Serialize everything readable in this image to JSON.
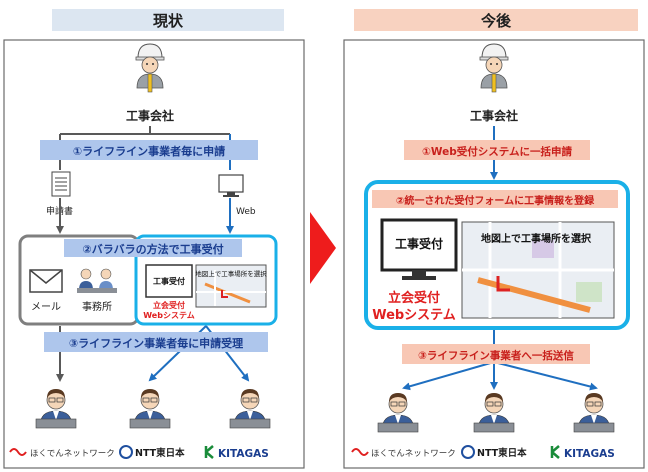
{
  "left": {
    "header": "現状",
    "company": "工事会社",
    "step1": "①ライフライン事業者毎に申請",
    "paper_label": "申請書",
    "web_label": "Web",
    "step2": "②バラバラの方法で工事受付",
    "mail_label": "メール",
    "office_label": "事務所",
    "mini_panel_label": "工事受付",
    "mini_map_caption": "地図上で工事場所を選択",
    "mini_system_line1": "立会受付",
    "mini_system_line2": "Webシステム",
    "step3": "③ライフライン事業者毎に申請受理",
    "logos": [
      "ほくでんネットワーク",
      "NTT東日本",
      "KITAGAS"
    ]
  },
  "right": {
    "header": "今後",
    "company": "工事会社",
    "step1": "①Web受付システムに一括申請",
    "step2": "②統一された受付フォームに工事情報を登録",
    "panel_label": "工事受付",
    "map_caption": "地図上で工事場所を選択",
    "system_line1": "立会受付",
    "system_line2": "Webシステム",
    "step3": "③ライフライン事業者へ一括送信",
    "logos": [
      "ほくでんネットワーク",
      "NTT東日本",
      "KITAGAS"
    ]
  },
  "colors": {
    "left_header_bg": "#dce6f1",
    "right_header_bg": "#f8d2c0",
    "blue_label_bg": "#aec6ec",
    "orange_label_bg": "#f8c7b4",
    "arrow_blue": "#1f6fc0",
    "arrow_gray": "#595959",
    "cyan_border": "#1ab0e8",
    "red_text": "#e02020",
    "red_arrow": "#ee1c1c"
  }
}
